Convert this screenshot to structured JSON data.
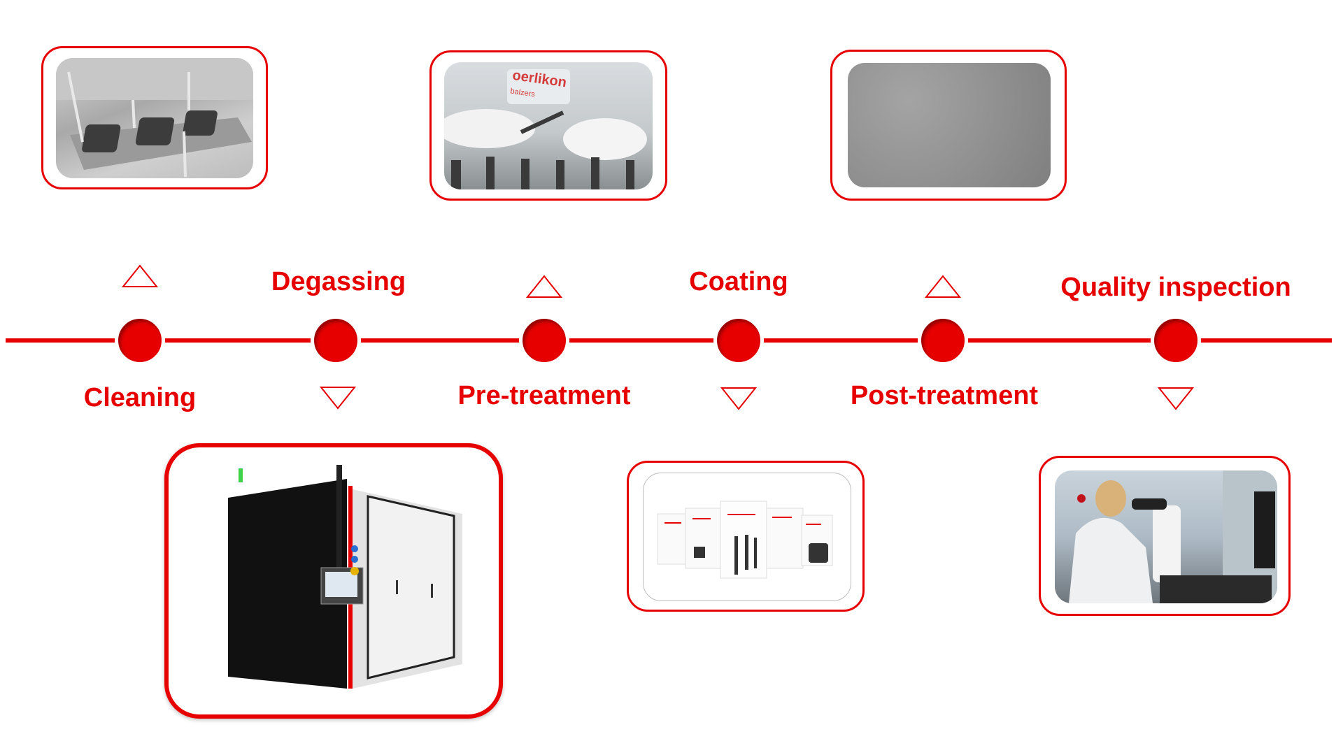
{
  "diagram": {
    "title": "Coating process steps",
    "accent_color": "#e60000",
    "steps": [
      {
        "label": "Cleaning",
        "label_position": "below",
        "marker": "up-triangle",
        "image": "cleaning-rack-photo"
      },
      {
        "label": "Degassing",
        "label_position": "above",
        "marker": "down-triangle",
        "image": "coating-machine-photo"
      },
      {
        "label": "Pre-treatment",
        "label_position": "below",
        "marker": "up-triangle",
        "image": "gloved-hands-drill-photo"
      },
      {
        "label": "Coating",
        "label_position": "above",
        "marker": "down-triangle",
        "image": "brochures-photo"
      },
      {
        "label": "Post-treatment",
        "label_position": "below",
        "marker": "up-triangle",
        "image": "coating-surface-photo"
      },
      {
        "label": "Quality inspection",
        "label_position": "above",
        "marker": "down-triangle",
        "image": "microscope-inspection-photo"
      }
    ],
    "logo_text": "oerlikon",
    "logo_subtext": "balzers"
  }
}
